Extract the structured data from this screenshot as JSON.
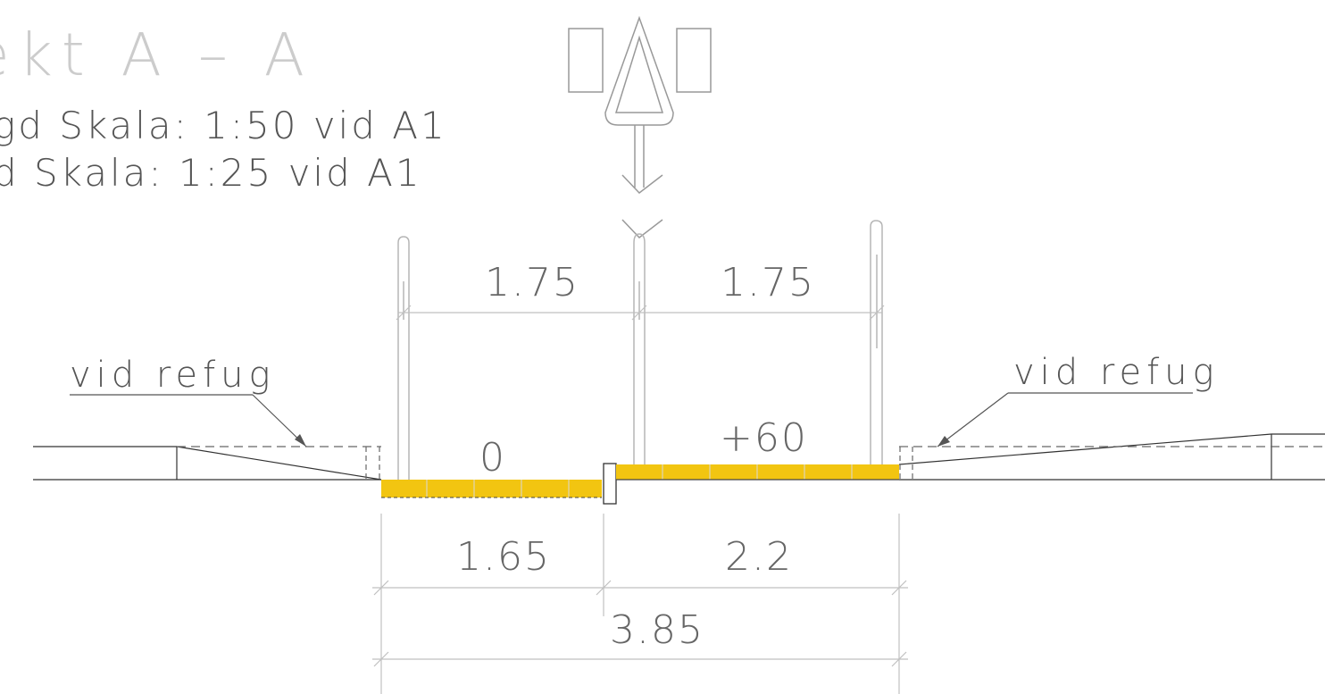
{
  "title": {
    "heading": "ekt A – A",
    "scale_line_1": "gd Skala: 1:50 vid A1",
    "scale_line_2": "d Skala: 1:25 vid A1"
  },
  "dimensions": {
    "upper_left": "1.75",
    "upper_right": "1.75",
    "lower_left": "1.65",
    "lower_right": "2.2",
    "total": "3.85"
  },
  "levels": {
    "left_platform": "0",
    "right_platform": "+60"
  },
  "labels": {
    "left_note": "vid refug",
    "right_note": "vid refug"
  },
  "colors": {
    "platform_fill": "#f2c511",
    "line_dark": "#333333",
    "line_light": "#c0c0c0"
  },
  "icons": {
    "traffic_sign": "triangle-sign-with-panels-icon",
    "direction": "down-arrow-icon"
  }
}
